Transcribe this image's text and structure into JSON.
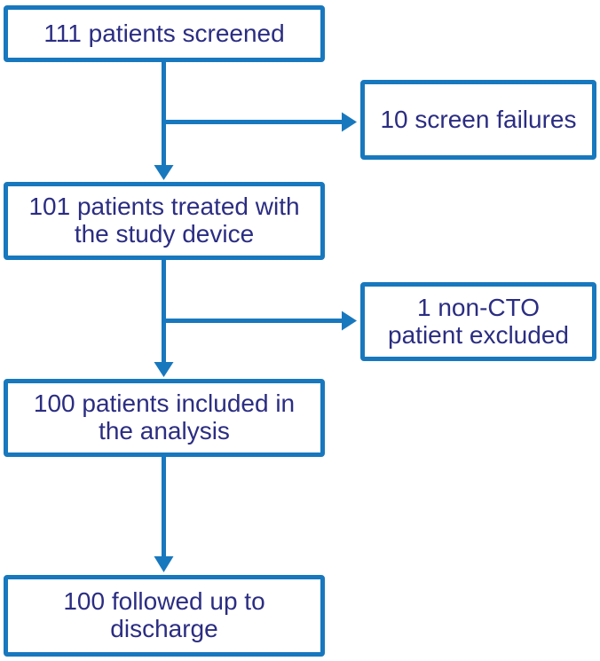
{
  "figure": {
    "type": "patient-flow-diagram",
    "colors": {
      "box_border": "#1878BE",
      "arrow": "#1878BE",
      "text": "#2B2D82",
      "background": "#FFFFFF"
    },
    "boxes": [
      {
        "id": "screened",
        "label": "111 patients screened"
      },
      {
        "id": "screen_failures",
        "label": "10 screen failures"
      },
      {
        "id": "treated",
        "label": "101 patients treated with\nthe study device"
      },
      {
        "id": "non_cto_excluded",
        "label": "1 non-CTO\npatient excluded"
      },
      {
        "id": "included",
        "label": "100 patients included in\nthe analysis"
      },
      {
        "id": "followed_up",
        "label": "100 followed up to\ndischarge"
      }
    ],
    "edges": [
      {
        "from": "screened",
        "to": "treated",
        "direction": "down"
      },
      {
        "from": "screened",
        "to": "screen_failures",
        "direction": "branch-right"
      },
      {
        "from": "treated",
        "to": "included",
        "direction": "down"
      },
      {
        "from": "treated",
        "to": "non_cto_excluded",
        "direction": "branch-right"
      },
      {
        "from": "included",
        "to": "followed_up",
        "direction": "down"
      }
    ]
  }
}
